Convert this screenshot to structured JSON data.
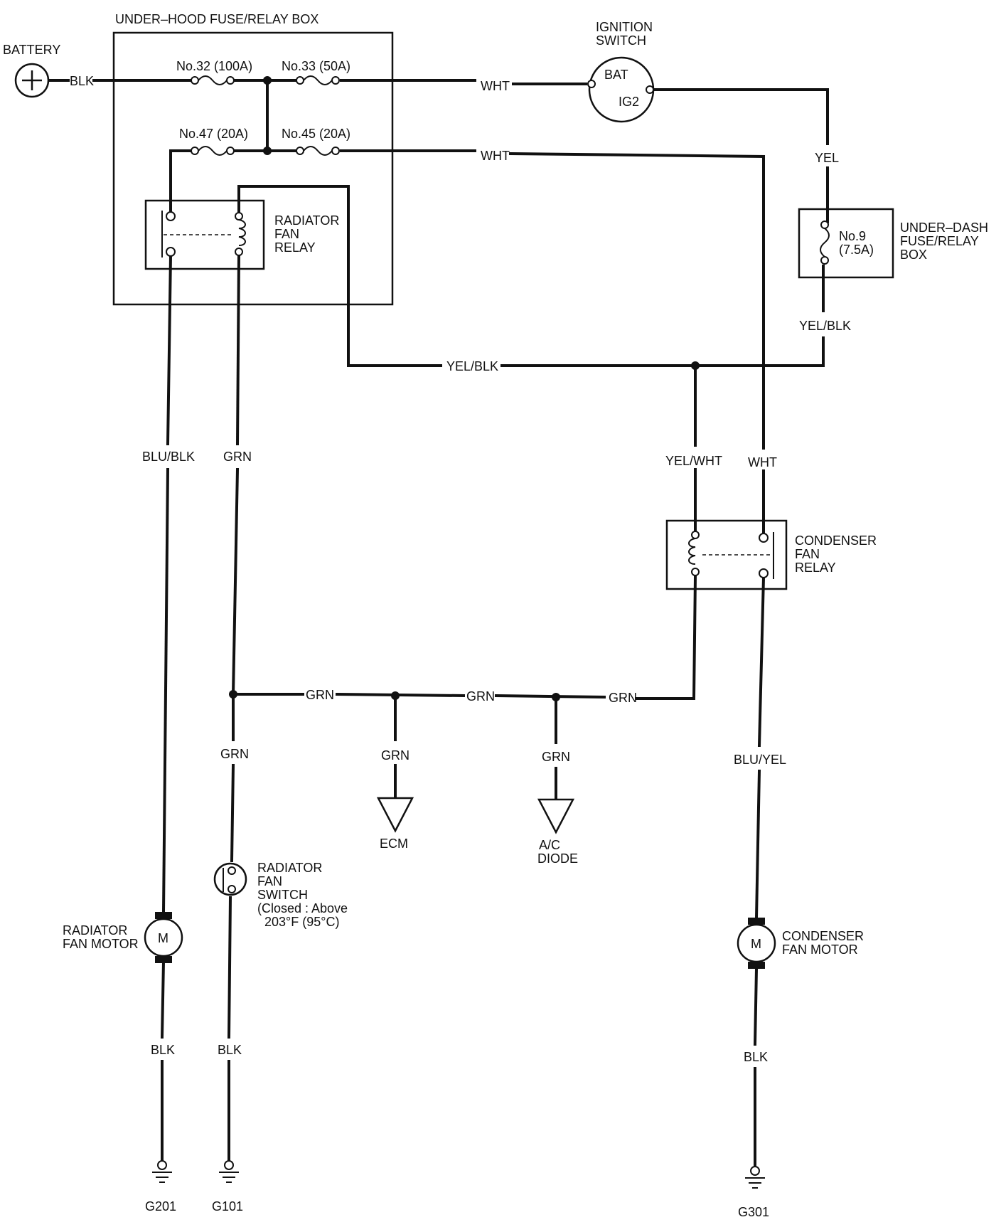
{
  "components": {
    "battery": "BATTERY",
    "fuse_box_title": "UNDER–HOOD FUSE/RELAY BOX",
    "fuse_32": "No.32 (100A)",
    "fuse_33": "No.33 (50A)",
    "fuse_47": "No.47 (20A)",
    "fuse_45": "No.45 (20A)",
    "ignition_switch": [
      "IGNITION",
      "SWITCH"
    ],
    "ignition_bat": "BAT",
    "ignition_ig2": "IG2",
    "radiator_fan_relay": [
      "RADIATOR",
      "FAN",
      "RELAY"
    ],
    "under_dash_fuse": [
      "No.9",
      "(7.5A)"
    ],
    "under_dash_box": [
      "UNDER–DASH",
      "FUSE/RELAY",
      "BOX"
    ],
    "condenser_fan_relay": [
      "CONDENSER",
      "FAN",
      "RELAY"
    ],
    "ecm": "ECM",
    "ac_diode": [
      "A/C",
      "DIODE"
    ],
    "radiator_fan_switch": [
      "RADIATOR",
      "FAN",
      "SWITCH",
      "(Closed : Above",
      "203°F (95°C)"
    ],
    "radiator_fan_motor": [
      "RADIATOR",
      "FAN MOTOR"
    ],
    "condenser_fan_motor": [
      "CONDENSER",
      "FAN MOTOR"
    ],
    "motor_symbol": "M",
    "grounds": {
      "g201": "G201",
      "g101": "G101",
      "g301": "G301"
    }
  },
  "wires": {
    "blk": "BLK",
    "wht": "WHT",
    "yel": "YEL",
    "yel_blk": "YEL/BLK",
    "yel_wht": "YEL/WHT",
    "blu_blk": "BLU/BLK",
    "grn": "GRN",
    "blu_yel": "BLU/YEL"
  }
}
